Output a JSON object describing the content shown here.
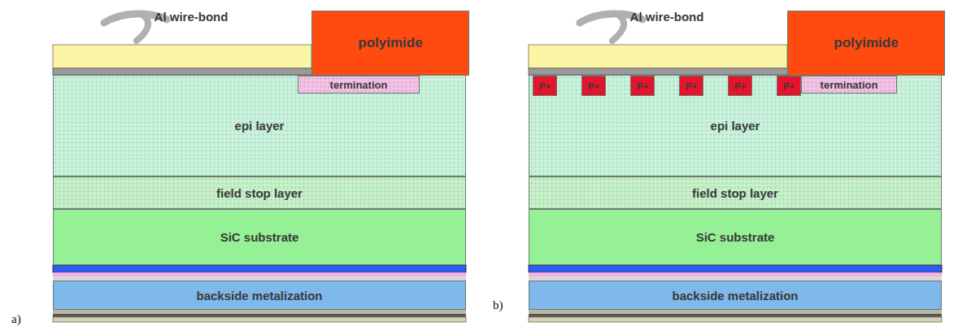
{
  "diagram": {
    "nodes": [
      {
        "text": [
          "polyimide"
        ]
      },
      {
        "text": [
          "epi layer"
        ]
      },
      {
        "text": [
          "termination"
        ],
        "in": 1
      },
      {
        "text": [
          "field stop layer"
        ]
      },
      {
        "text": [
          "SiC substrate"
        ]
      },
      {
        "text": [
          "backside metalization"
        ]
      },
      {
        "text": [
          "polyimide"
        ]
      },
      {
        "text": [
          "epi layer"
        ]
      },
      {
        "text": [
          "P+"
        ],
        "in": 7
      },
      {
        "text": [
          "P+"
        ],
        "in": 7
      },
      {
        "text": [
          "P+"
        ],
        "in": 7
      },
      {
        "text": [
          "P+"
        ],
        "in": 7
      },
      {
        "text": [
          "P+"
        ],
        "in": 7
      },
      {
        "text": [
          "P+"
        ],
        "in": 7
      },
      {
        "text": [
          "termination"
        ],
        "in": 7
      },
      {
        "text": [
          "field stop layer"
        ]
      },
      {
        "text": [
          "SiC substrate"
        ]
      },
      {
        "text": [
          "backside metalization"
        ]
      }
    ],
    "labels": [
      "Al wire-bond",
      "a)",
      "Al wire-bond",
      "b)"
    ]
  }
}
